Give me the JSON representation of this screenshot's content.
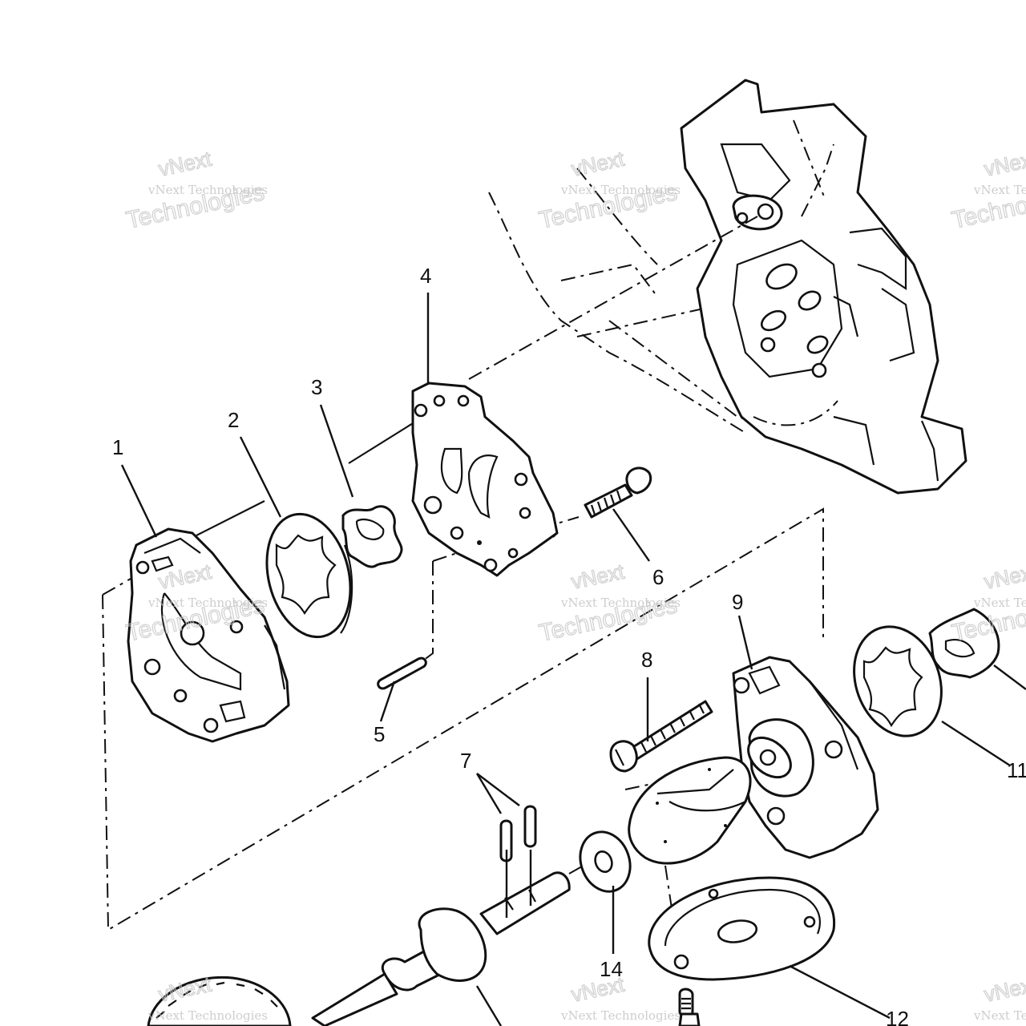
{
  "watermark": {
    "line1": "vNext",
    "line2": "vNext Technologies",
    "line3": "Technologies"
  },
  "callouts": {
    "c1": "1",
    "c2": "2",
    "c3": "3",
    "c4": "4",
    "c5": "5",
    "c6": "6",
    "c7": "7",
    "c8": "8",
    "c9": "9",
    "c11": "11",
    "c12": "12",
    "c14": "14"
  }
}
